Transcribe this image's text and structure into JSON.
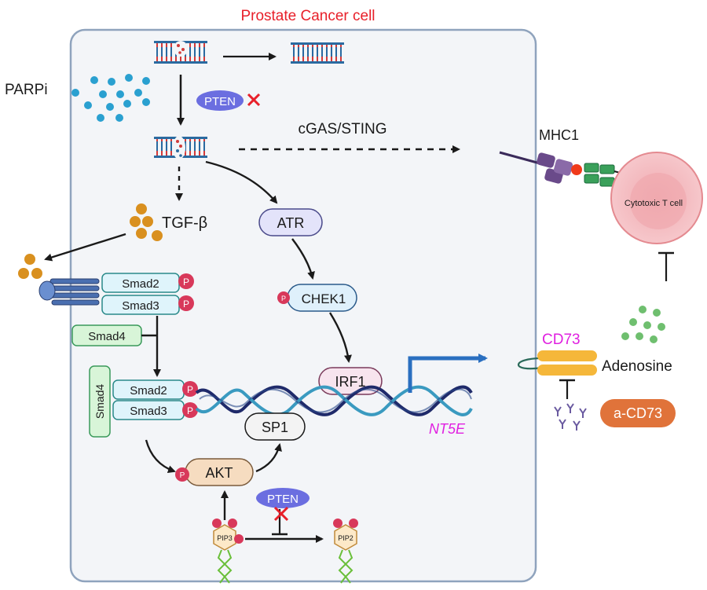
{
  "diagram": {
    "cell_title": "Prostate Cancer cell",
    "drug_label": "PARPi",
    "pten_label": "PTEN",
    "pathway_label": "cGAS/STING",
    "mhc_label": "MHC1",
    "tcell_label": "Cytotoxic T cell",
    "tgfb_label": "TGF-β",
    "smad2_label": "Smad2",
    "smad3_label": "Smad3",
    "smad4_label": "Smad4",
    "phospho_label": "P",
    "atr_label": "ATR",
    "chek1_label": "CHEK1",
    "irf1_label": "IRF1",
    "sp1_label": "SP1",
    "akt_label": "AKT",
    "gene_label": "NT5E",
    "cd73_label": "CD73",
    "adenosine_label": "Adenosine",
    "antibody_label": "a-CD73",
    "pip3_label": "PIP3",
    "pip2_label": "PIP2",
    "colors": {
      "title_red": "#e8202a",
      "gene_magenta": "#e020e0",
      "mhc_blue": "#1a1ad0",
      "cell_fill": "#f3f5f8",
      "cell_stroke": "#8fa3bd",
      "pten_fill": "#6b6ee0",
      "smad_fill": "#dff4fb",
      "smad_stroke": "#2a8a8a",
      "smad4_fill": "#d8f5d8",
      "smad4_stroke": "#3a9a5a",
      "phospho": "#d8385a",
      "atr_fill": "#e3e3fa",
      "chek1_fill": "#dff0fb",
      "irf1_fill": "#f7e4ee",
      "sp1_fill": "#f3f3f3",
      "akt_fill": "#f6dcc0",
      "cd73_fill": "#f5b73a",
      "antibody_fill": "#e0733a",
      "tcell_fill": "#f7c9cc",
      "adenosine_green": "#6fbf6f",
      "parpi_blue": "#2aa0d0",
      "tgfb_orange": "#d9901f",
      "dna_red": "#d23a3a",
      "dna_blue": "#2a6aa0",
      "promoter_arrow": "#2a6fc0"
    }
  }
}
